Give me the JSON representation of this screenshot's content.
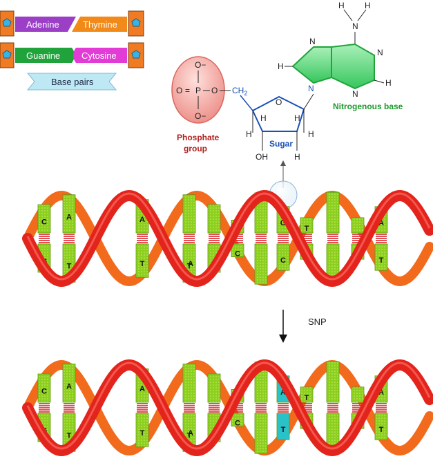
{
  "legend": {
    "adenine": "Adenine",
    "thymine": "Thymine",
    "guanine": "Guanine",
    "cytosine": "Cytosine",
    "base_pairs": "Base pairs"
  },
  "phosphate": {
    "o_top": "O−",
    "o_left": "O",
    "equals": "=",
    "p": "P",
    "o_right": "O",
    "o_bottom": "O−",
    "ch2": "CH",
    "ch2_sub": "2",
    "label_line1": "Phosphate",
    "label_line2": "group"
  },
  "sugar": {
    "o": "O",
    "h1": "H",
    "h2": "H",
    "h3": "H",
    "h4": "H",
    "h5": "H",
    "oh": "OH",
    "label": "Sugar"
  },
  "base": {
    "h_top_left": "H",
    "h_top_right": "H",
    "n_top": "N",
    "n1": "N",
    "n2": "N",
    "n3": "N",
    "n4": "N",
    "n5": "N",
    "h_left": "H",
    "h_right": "H",
    "label": "Nitrogenous base"
  },
  "snp_label": "SNP",
  "helix_top": {
    "upper": [
      "C",
      "A",
      "",
      "A",
      "C",
      "",
      "",
      "",
      "",
      "G",
      "T",
      "",
      "",
      "A"
    ],
    "lower": [
      "G",
      "T",
      "",
      "T",
      "G",
      "T",
      "",
      "C",
      "",
      "C",
      "A",
      "",
      "",
      "T"
    ],
    "extra": [
      "A",
      "G"
    ]
  },
  "helix_bottom": {
    "upper": [
      "C",
      "A",
      "",
      "A",
      "C",
      "",
      "",
      "",
      "",
      "A",
      "T",
      "",
      "",
      "A"
    ],
    "lower": [
      "G",
      "T",
      "",
      "T",
      "G",
      "T",
      "",
      "C",
      "",
      "T",
      "A",
      "",
      "",
      "T"
    ],
    "extra": [
      "A",
      "G"
    ]
  },
  "colors": {
    "adenine": "#9b3fc6",
    "thymine": "#f28a1a",
    "guanine": "#1fa33a",
    "cytosine": "#e23bd6",
    "base_pairs": "#bfe8f5",
    "connector": "#f07b22",
    "backbone_front": "#e3241c",
    "backbone_back": "#f26a1b",
    "base_green": "#8ccf1f",
    "snp_highlight": "#29c2c8",
    "phosphate_fill": "#f5a7a2",
    "sugar_line": "#1a4fb5",
    "base_ring": "#3ccf6a",
    "phosphate_text": "#b02020",
    "base_text": "#1b9b2a"
  }
}
